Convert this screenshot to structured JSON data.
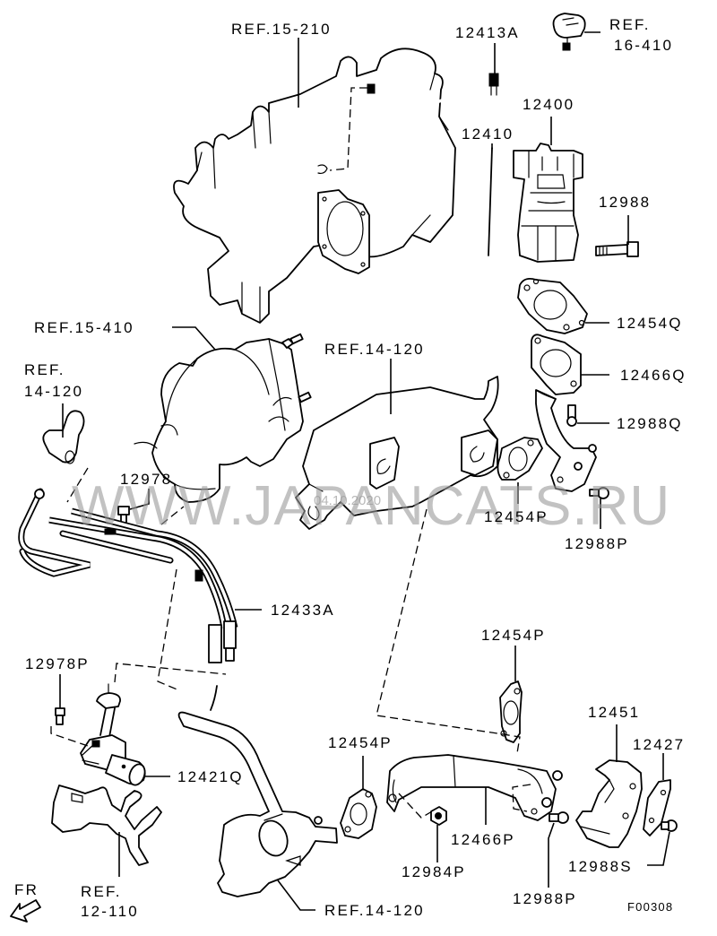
{
  "diagram": {
    "title_code": "F00308",
    "front_indicator": "FR",
    "watermark": {
      "text": "WWW.JAPANCATS.RU",
      "date": "04.10.2020",
      "color": "#9a9a9a"
    },
    "labels": {
      "ref_15_210": "REF.15-210",
      "p12413A": "12413A",
      "ref_16_410_line1": "REF.",
      "ref_16_410_line2": "16-410",
      "p12400": "12400",
      "p12410": "12410",
      "p12988": "12988",
      "p12454Q": "12454Q",
      "p12466Q": "12466Q",
      "p12988Q": "12988Q",
      "ref_15_410": "REF.15-410",
      "ref_14_120_a_line1": "REF.",
      "ref_14_120_a_line2": "14-120",
      "ref_14_120_b": "REF.14-120",
      "p12978": "12978",
      "p12454P_a": "12454P",
      "p12988P_a": "12988P",
      "p12433A": "12433A",
      "p12978P": "12978P",
      "p12454P_b": "12454P",
      "p12451": "12451",
      "p12427": "12427",
      "p12454P_c": "12454P",
      "p12421Q": "12421Q",
      "p12466P": "12466P",
      "p12984P": "12984P",
      "p12988S": "12988S",
      "p12988P_b": "12988P",
      "ref_12_110_line1": "REF.",
      "ref_12_110_line2": "12-110",
      "ref_14_120_c": "REF.14-120"
    }
  }
}
